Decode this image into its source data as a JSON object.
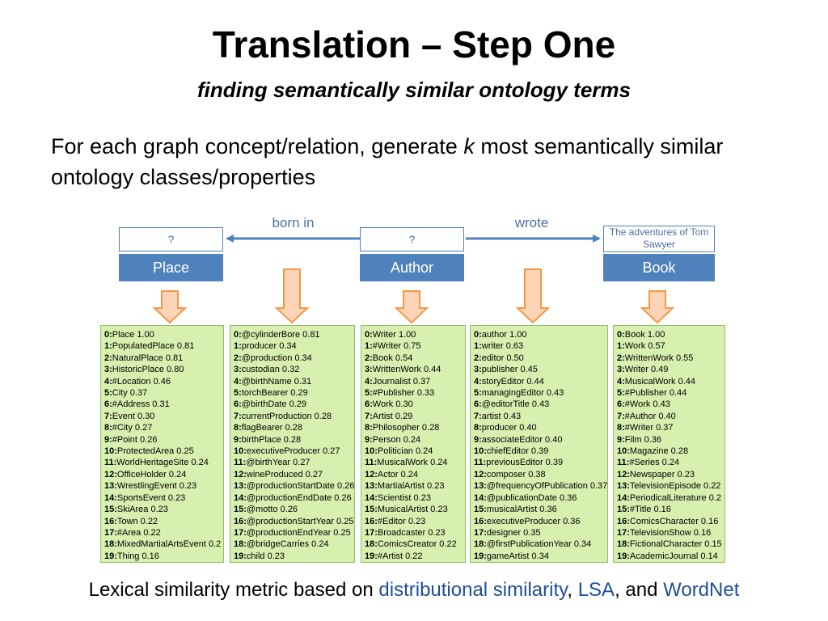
{
  "title": "Translation – Step One",
  "subtitle": "finding semantically similar ontology terms",
  "bullet": {
    "before": "For each graph concept/relation, generate ",
    "k": "k",
    "after": " most semantically similar ontology classes/properties"
  },
  "graph": {
    "nodes": [
      {
        "top": "?",
        "label": "Place"
      },
      {
        "top": "?",
        "label": "Author"
      },
      {
        "top": "The adventures of Tom Sawyer",
        "label": "Book"
      }
    ],
    "edges": [
      {
        "label": "born in"
      },
      {
        "label": "wrote"
      }
    ]
  },
  "lists": [
    [
      "0:|Place 1.00",
      "1:|PopulatedPlace 0.81",
      "2:|NaturalPlace 0.81",
      "3:|HistoricPlace 0.80",
      "4:|#Location 0.46",
      "5:|City 0.37",
      "6:|#Address 0.31",
      "7:|Event 0.30",
      "8:|#City 0.27",
      "9:|#Point 0.26",
      "10:|ProtectedArea 0.25",
      "11:|WorldHeritageSite 0.24",
      "12:|OfficeHolder 0.24",
      "13:|WrestlingEvent 0.23",
      "14:|SportsEvent 0.23",
      "15:|SkiArea 0.23",
      "16:|Town 0.22",
      "17:|#Area 0.22",
      "18:|MixedMartialArtsEvent 0.2",
      "19:|Thing 0.16"
    ],
    [
      "0:|@cylinderBore 0.81",
      "1:|producer 0.34",
      "2:|@production 0.34",
      "3:|custodian 0.32",
      "4:|@birthName 0.31",
      "5:|torchBearer 0.29",
      "6:|@birthDate 0.29",
      "7:|currentProduction 0.28",
      "8:|flagBearer 0.28",
      "9:|birthPlace 0.28",
      "10:|executiveProducer 0.27",
      "11:|@birthYear 0.27",
      "12:|wineProduced 0.27",
      "13:|@productionStartDate 0.26",
      "14:|@productionEndDate 0.26",
      "15:|@motto 0.26",
      "16:|@productionStartYear 0.25",
      "17:|@productionEndYear 0.25",
      "18:|@bridgeCarries 0.24",
      "19:|child 0.23"
    ],
    [
      "0:|Writer 1.00",
      "1:|#Writer 0.75",
      "2:|Book 0.54",
      "3:|WrittenWork 0.44",
      "4:|Journalist 0.37",
      "5:|#Publisher 0.33",
      "6:|Work 0.30",
      "7:|Artist 0.29",
      "8:|Philosopher 0.28",
      "9:|Person 0.24",
      "10:|Politician 0.24",
      "11:|MusicalWork 0.24",
      "12:|Actor 0.24",
      "13:|MartialArtist 0.23",
      "14:|Scientist 0.23",
      "15:|MusicalArtist 0.23",
      "16:|#Editor 0.23",
      "17:|Broadcaster 0.23",
      "18:|ComicsCreator 0.22",
      "19:|#Artist 0.22"
    ],
    [
      "0:|author 1.00",
      "1:|writer 0.63",
      "2:|editor 0.50",
      "3:|publisher 0.45",
      "4:|storyEditor 0.44",
      "5:|managingEditor 0.43",
      "6:|@editorTitle 0.43",
      "7:|artist 0.43",
      "8:|producer 0.40",
      "9:|associateEditor 0.40",
      "10:|chiefEditor 0.39",
      "11:|previousEditor 0.39",
      "12:|composer 0.38",
      "13:|@frequencyOfPublication 0.37",
      "14:|@publicationDate 0.36",
      "15:|musicalArtist 0.36",
      "16:|executiveProducer 0.36",
      "17:|designer 0.35",
      "18:|@firstPublicationYear 0.34",
      "19:|gameArtist 0.34"
    ],
    [
      "0:|Book 1.00",
      "1:|Work 0.57",
      "2:|WrittenWork 0.55",
      "3:|Writer 0.49",
      "4:|MusicalWork 0.44",
      "5:|#Publisher 0.44",
      "6:|#Work 0.43",
      "7:|#Author 0.40",
      "8:|#Writer 0.37",
      "9:|Film 0.36",
      "10:|Magazine 0.28",
      "11:|#Series 0.24",
      "12:|Newspaper 0.23",
      "13:|TelevisionEpisode 0.22",
      "14:|PeriodicalLiterature 0.2",
      "15:|#Title 0.16",
      "16:|ComicsCharacter 0.16",
      "17:|TelevisionShow 0.16",
      "18:|FictionalCharacter 0.15",
      "19:|AcademicJournal 0.14"
    ]
  ],
  "footer": {
    "prefix": "Lexical similarity metric based on ",
    "link1": "distributional similarity",
    "sep1": ", ",
    "link2": "LSA",
    "sep2": ", and ",
    "link3": "WordNet"
  },
  "colors": {
    "node_blue": "#4f81bd",
    "arrow_orange": "#f79646",
    "arrow_fill": "#fbd5b5",
    "list_green": "#d7f0b0"
  }
}
